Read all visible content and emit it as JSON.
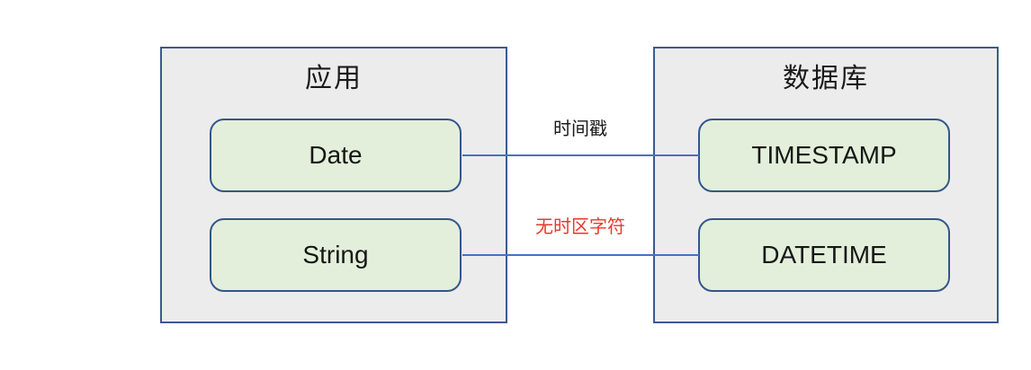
{
  "diagram": {
    "left_container": {
      "title": "应用",
      "nodes": [
        {
          "label": "Date"
        },
        {
          "label": "String"
        }
      ]
    },
    "right_container": {
      "title": "数据库",
      "nodes": [
        {
          "label": "TIMESTAMP"
        },
        {
          "label": "DATETIME"
        }
      ]
    },
    "edges": [
      {
        "from": "Date",
        "to": "TIMESTAMP",
        "label": "时间戳",
        "label_color": "#1a1a1a"
      },
      {
        "from": "String",
        "to": "DATETIME",
        "label": "无时区字符",
        "label_color": "#e8392b"
      }
    ],
    "colors": {
      "page_background": "#ffffff",
      "container_fill": "#ececec",
      "container_border": "#3b5a90",
      "node_fill": "#e3efda",
      "node_border": "#33568c",
      "connector_line": "#4573c0",
      "edge_label_red": "#e8392b",
      "edge_label_black": "#1a1a1a"
    }
  }
}
